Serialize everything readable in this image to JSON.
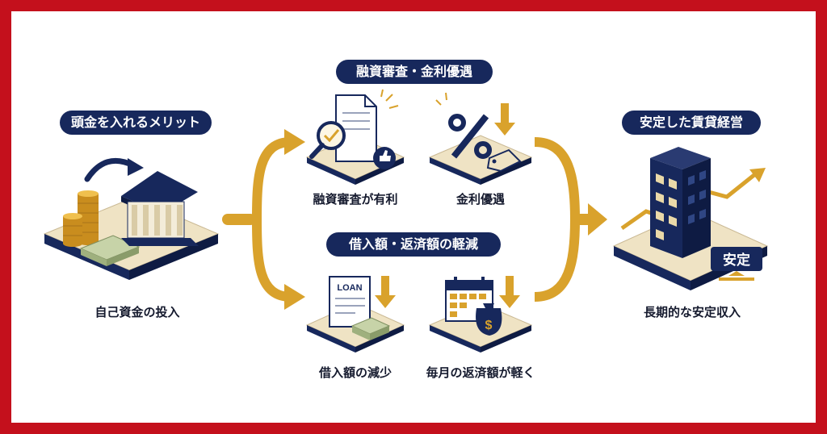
{
  "colors": {
    "frame": "#c4101c",
    "navy": "#17285c",
    "gold": "#d9a22c",
    "platform": "#efe3c4"
  },
  "left": {
    "header": "頭金を入れるメリット",
    "caption": "自己資金の投入"
  },
  "top_group": {
    "header": "融資審査・金利優遇",
    "items": [
      {
        "caption": "融資審査が有利",
        "icon": "document-magnifier-thumbs-up-icon"
      },
      {
        "caption": "金利優遇",
        "icon": "percent-tag-down-arrow-icon"
      }
    ]
  },
  "bottom_group": {
    "header": "借入額・返済額の軽減",
    "items": [
      {
        "caption": "借入額の減少",
        "icon": "loan-document-cash-icon",
        "doc_label": "LOAN"
      },
      {
        "caption": "毎月の返済額が軽く",
        "icon": "calendar-money-bag-icon",
        "bag_label": "$"
      }
    ]
  },
  "right": {
    "header": "安定した賃貸経営",
    "caption": "長期的な安定収入",
    "badge": "安定"
  }
}
